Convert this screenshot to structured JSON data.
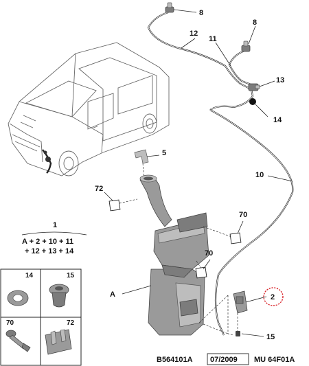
{
  "callouts": {
    "c8a": "8",
    "c8b": "8",
    "c12": "12",
    "c11": "11",
    "c13": "13",
    "c14": "14",
    "c5": "5",
    "c10": "10",
    "c72": "72",
    "c70a": "70",
    "c70b": "70",
    "cA": "A",
    "c2": "2",
    "c15": "15"
  },
  "formula": {
    "title": "1",
    "line1": "A + 2 + 10 + 11",
    "line2": "+ 12 + 13 + 14"
  },
  "legend": {
    "cells": [
      {
        "num": "14"
      },
      {
        "num": "15"
      },
      {
        "num": "70"
      },
      {
        "num": "72"
      }
    ]
  },
  "footer": {
    "ref": "B564101A",
    "date": "07/2009",
    "code": "MU 64F01A"
  },
  "colors": {
    "highlight": "#d9262c",
    "part_grey": "#9a9a9a"
  }
}
